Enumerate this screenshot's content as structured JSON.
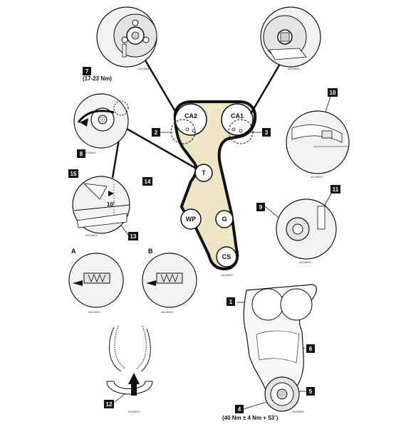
{
  "callouts": [
    "1",
    "2",
    "3",
    "4",
    "5",
    "6",
    "7",
    "8",
    "9",
    "10",
    "11",
    "12",
    "13",
    "14",
    "15"
  ],
  "pulleys": {
    "ca2": "CA2",
    "ca1": "CA1",
    "t": "T",
    "wp": "WP",
    "g": "G",
    "cs": "CS"
  },
  "letters": {
    "a": "A",
    "b": "B"
  },
  "torques": {
    "tensioner": "(17-23 Nm)",
    "crank": "(40 Nm ± 4 Nm + 53˚)"
  },
  "angle": "10˚",
  "image_code": "AD18900",
  "colors": {
    "belt_fill": "#efe6c8",
    "ink": "#111111",
    "box": "#111111",
    "detail_bg": "#f2f2f2"
  }
}
